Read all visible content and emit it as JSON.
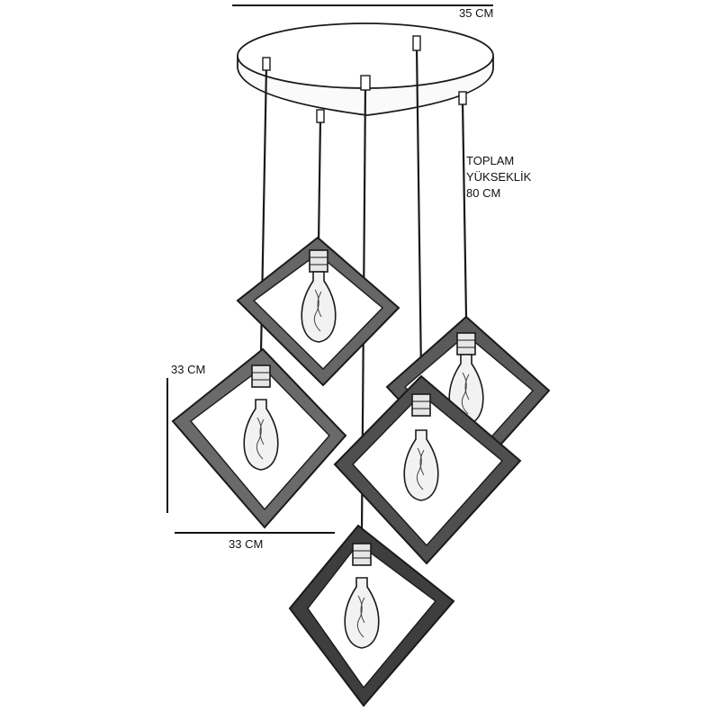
{
  "dimensions": {
    "canopy_width": "35 CM",
    "total_height": [
      "TOPLAM",
      "YÜKSEKLİK",
      "80 CM"
    ],
    "frame_height": "33 CM",
    "frame_width": "33 CM"
  },
  "colors": {
    "ink": "#1a1a1a",
    "frame_fill": "#555555",
    "background": "#ffffff"
  }
}
